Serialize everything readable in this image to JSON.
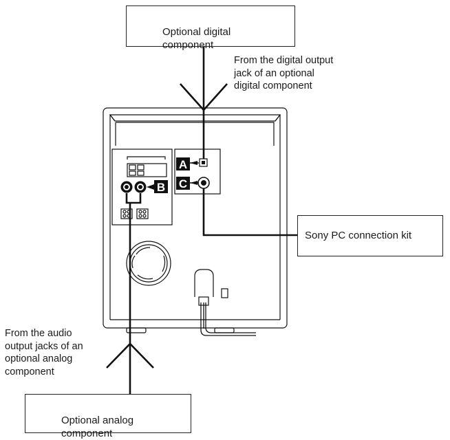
{
  "boxes": {
    "digital_component": "Optional digital\ncomponent",
    "pc_kit": "Sony PC connection kit",
    "analog_component": "Optional analog\ncomponent"
  },
  "notes": {
    "digital_output": "From the digital output\njack of an optional\ndigital component",
    "analog_output": "From the audio\noutput jacks of an\noptional analog\ncomponent"
  },
  "jack_labels": {
    "a": "A",
    "b": "B",
    "c": "C"
  },
  "colors": {
    "line": "#111111",
    "label_bg": "#111111",
    "label_text": "#ffffff"
  }
}
